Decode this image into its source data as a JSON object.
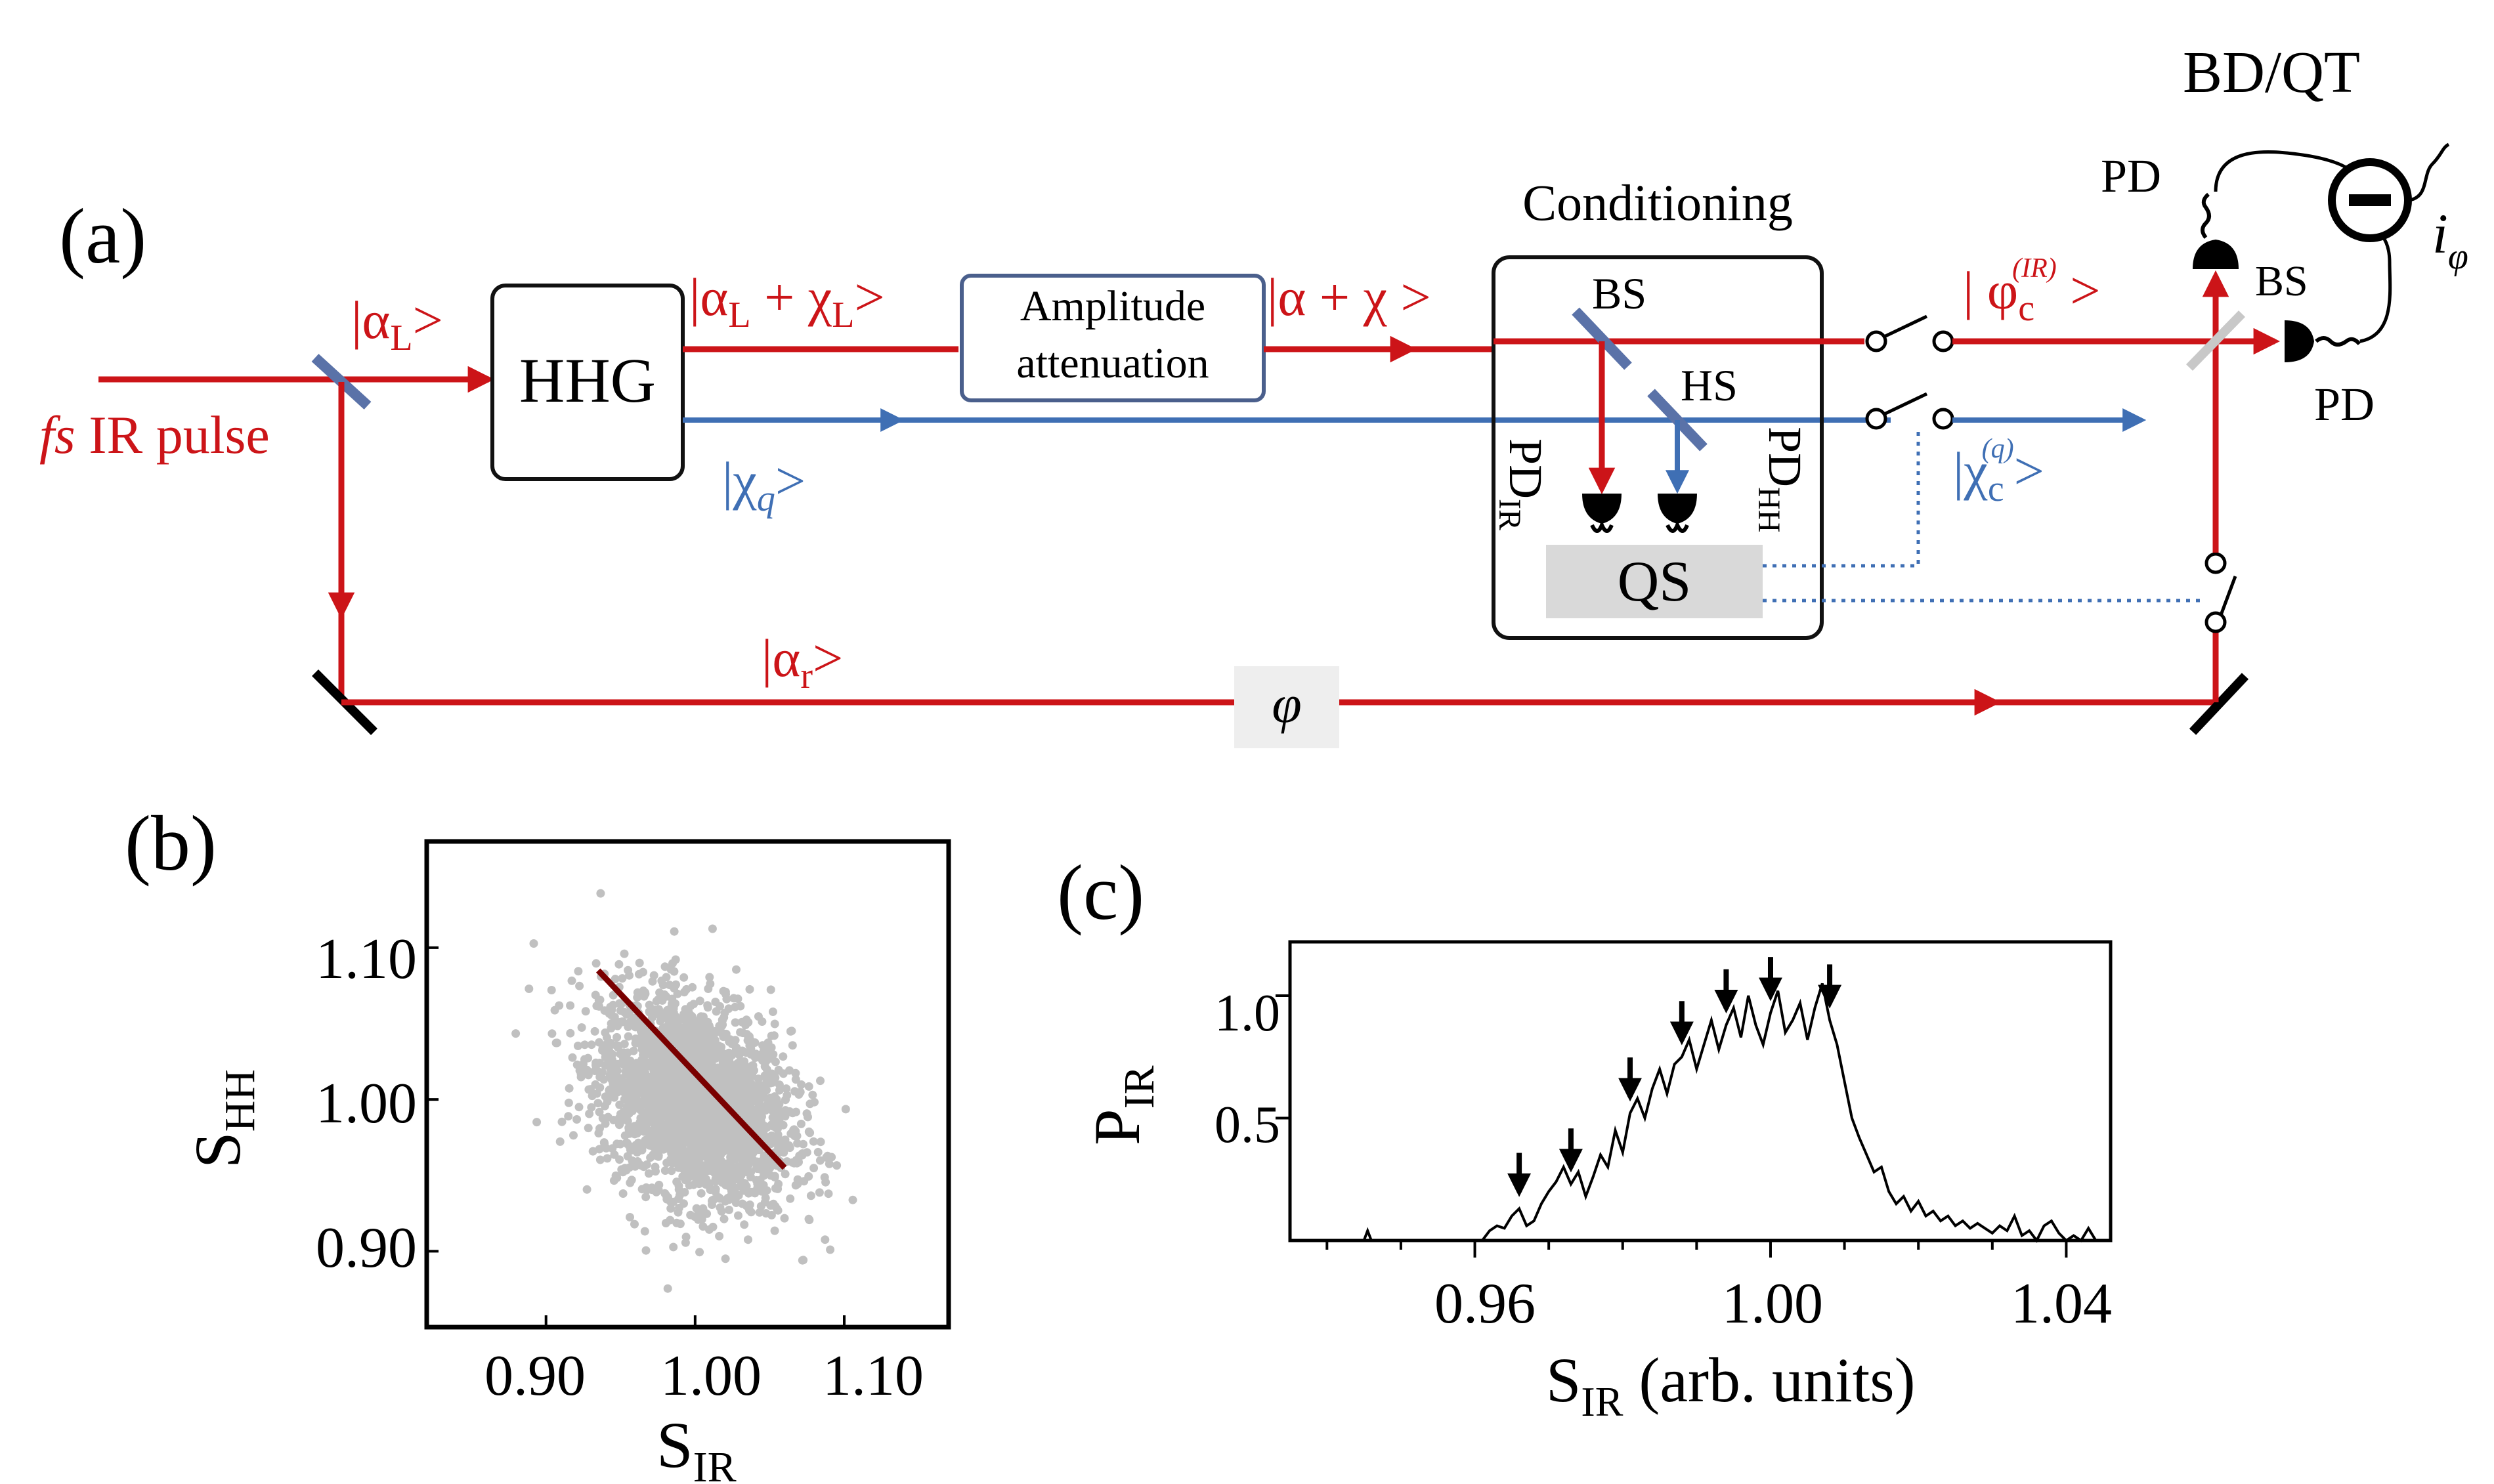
{
  "colors": {
    "ir_beam": "#cc1418",
    "harmonic_beam": "#3f6fb4",
    "reference_beam": "#cc1418",
    "box_outline": "#1a1a1a",
    "attenuator_outline": "#4a5f8c",
    "qs_fill": "#d9d9d9",
    "phase_fill": "#eeeeee",
    "scatter_points": "#c0c0c0",
    "conditioned_points": "#7a0000",
    "mirror": "#5a72a8"
  },
  "panel_a": {
    "label": "(a)",
    "input": {
      "prefix": "fs",
      "rest": " IR pulse"
    },
    "states": {
      "alpha_L": {
        "open": "|α",
        "sub": "L",
        "close": ">"
      },
      "alpha_L_chi_L": {
        "open": "|α",
        "sub1": "L",
        "mid": " + χ",
        "sub2": "L",
        "close": ">"
      },
      "alpha_chi": "|α + χ >",
      "chi_q": {
        "open": "|χ",
        "sub": "q",
        "close": ">"
      },
      "phi_c": {
        "open": "| φ",
        "sub": "c",
        "sup": "(IR)",
        "close": " >"
      },
      "chi_c": {
        "open": "|χ",
        "sub": "c",
        "sup": "(q)",
        "close": ">"
      },
      "alpha_r": {
        "open": "|α",
        "sub": "r",
        "close": ">"
      }
    },
    "boxes": {
      "hhg": "HHG",
      "attenuation_line1": "Amplitude",
      "attenuation_line2": "attenuation",
      "conditioning_title": "Conditioning",
      "qs": "QS"
    },
    "elements": {
      "bs": "BS",
      "hs": "HS",
      "pd_ir": {
        "main": "PD",
        "sub": "IR"
      },
      "pd_hh": {
        "main": "PD",
        "sub": "HH"
      },
      "bd_qt": "BD/QT",
      "pd": "PD",
      "current": {
        "main": "i",
        "sub": "φ"
      },
      "phase": "φ"
    }
  },
  "panel_b": {
    "label": "(b)",
    "ylabel": {
      "main": "S",
      "sub": "HH"
    },
    "xlabel": {
      "main": "S",
      "sub": "IR"
    },
    "y_ticks": [
      "1.10",
      "1.00",
      "0.90"
    ],
    "x_ticks": [
      "0.90",
      "1.00",
      "1.10"
    ],
    "chart_data": {
      "type": "scatter",
      "xlim": [
        0.82,
        1.17
      ],
      "ylim": [
        0.85,
        1.17
      ],
      "x_ticks": [
        0.9,
        1.0,
        1.1
      ],
      "y_ticks": [
        0.9,
        1.0,
        1.1
      ],
      "cloud": {
        "center": [
          1.0,
          1.0
        ],
        "spread": [
          0.032,
          0.034
        ],
        "correlation": -0.3
      },
      "conditioned_line": {
        "x": [
          0.935,
          1.06
        ],
        "y": [
          1.085,
          0.955
        ]
      }
    }
  },
  "panel_c": {
    "label": "(c)",
    "ylabel": {
      "main": "P",
      "sub": "IR"
    },
    "xlabel": {
      "main": "S",
      "sub": "IR",
      "rest": " (arb. units)"
    },
    "y_ticks": [
      "0.5",
      "1.0"
    ],
    "x_ticks": [
      "0.96",
      "1.00",
      "1.04"
    ],
    "chart_data": {
      "type": "line",
      "xlim": [
        0.935,
        1.046
      ],
      "ylim": [
        0,
        1.22
      ],
      "x_ticks": [
        0.96,
        1.0,
        1.04
      ],
      "y_ticks": [
        0.5,
        1.0
      ],
      "series": [
        {
          "x": [
            0.945,
            0.9455,
            0.946,
            0.961,
            0.962,
            0.963,
            0.964,
            0.965,
            0.966,
            0.967,
            0.968,
            0.969,
            0.97,
            0.971,
            0.972,
            0.973,
            0.974,
            0.975,
            0.976,
            0.977,
            0.978,
            0.979,
            0.98,
            0.981,
            0.982,
            0.983,
            0.984,
            0.985,
            0.986,
            0.987,
            0.988,
            0.989,
            0.99,
            0.991,
            0.992,
            0.993,
            0.994,
            0.995,
            0.996,
            0.997,
            0.998,
            0.999,
            1.0,
            1.001,
            1.002,
            1.003,
            1.004,
            1.005,
            1.006,
            1.007,
            1.008,
            1.009,
            1.01,
            1.011,
            1.012,
            1.013,
            1.014,
            1.015,
            1.016,
            1.017,
            1.018,
            1.019,
            1.02,
            1.021,
            1.022,
            1.023,
            1.024,
            1.025,
            1.026,
            1.027,
            1.028,
            1.029,
            1.03,
            1.031,
            1.032,
            1.033,
            1.034,
            1.035,
            1.036,
            1.037,
            1.038,
            1.039,
            1.04,
            1.041,
            1.042,
            1.043,
            1.044
          ],
          "y": [
            0.0,
            0.04,
            0.0,
            0.0,
            0.04,
            0.06,
            0.05,
            0.1,
            0.13,
            0.06,
            0.08,
            0.15,
            0.2,
            0.24,
            0.3,
            0.23,
            0.28,
            0.18,
            0.26,
            0.35,
            0.3,
            0.45,
            0.36,
            0.52,
            0.58,
            0.5,
            0.62,
            0.7,
            0.6,
            0.72,
            0.75,
            0.82,
            0.7,
            0.8,
            0.9,
            0.78,
            0.88,
            0.95,
            0.83,
            1.0,
            0.88,
            0.8,
            0.93,
            1.02,
            0.85,
            0.9,
            0.97,
            0.82,
            0.95,
            1.05,
            0.9,
            0.8,
            0.65,
            0.5,
            0.42,
            0.35,
            0.28,
            0.3,
            0.2,
            0.15,
            0.18,
            0.12,
            0.16,
            0.1,
            0.12,
            0.08,
            0.1,
            0.06,
            0.08,
            0.05,
            0.07,
            0.05,
            0.03,
            0.06,
            0.04,
            0.1,
            0.02,
            0.04,
            0.0,
            0.06,
            0.08,
            0.03,
            0.0,
            0.02,
            0.0,
            0.05,
            0.0
          ]
        }
      ],
      "arrow_x": [
        0.966,
        0.973,
        0.981,
        0.988,
        0.994,
        1.0,
        1.008
      ]
    }
  }
}
